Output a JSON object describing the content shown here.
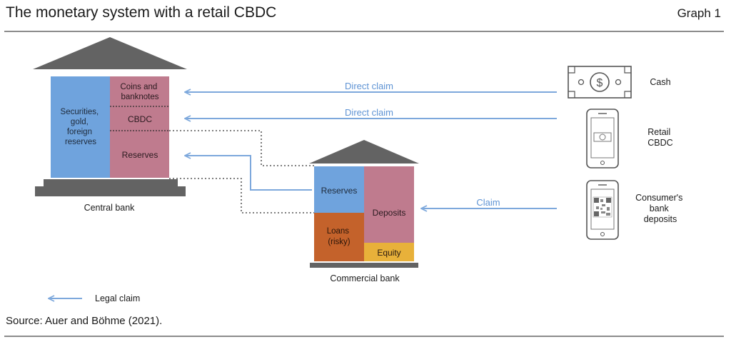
{
  "header": {
    "title": "The monetary system with a retail CBDC",
    "graph_label": "Graph 1"
  },
  "central_bank": {
    "label": "Central bank",
    "assets": [
      "Securities,",
      "gold,",
      "foreign",
      "reserves"
    ],
    "liabilities": {
      "coins": [
        "Coins and",
        "banknotes"
      ],
      "cbdc": "CBDC",
      "reserves": "Reserves"
    }
  },
  "commercial_bank": {
    "label": "Commercial bank",
    "reserves": "Reserves",
    "loans": [
      "Loans",
      "(risky)"
    ],
    "deposits": "Deposits",
    "equity": "Equity"
  },
  "claims": {
    "cash_claim": "Direct claim",
    "cbdc_claim": "Direct claim",
    "deposit_claim": "Claim"
  },
  "holders": {
    "cash": "Cash",
    "retail_cbdc": [
      "Retail",
      "CBDC"
    ],
    "deposits": [
      "Consumer's",
      "bank",
      "deposits"
    ]
  },
  "legend": {
    "legal_claim": "Legal claim"
  },
  "footer": {
    "source": "Source: Auer and Böhme (2021)."
  },
  "colors": {
    "blue": "#6fa3dd",
    "pink": "#bf7b8e",
    "orange": "#c4622b",
    "gold": "#e8b13a",
    "roof": "#636363",
    "arrow": "#7da8dc",
    "arrow_text": "#5e93d4"
  }
}
